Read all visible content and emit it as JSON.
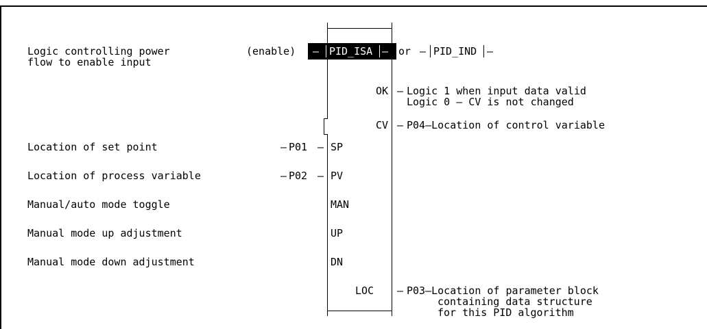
{
  "block": {
    "name_primary": "PID_ISA",
    "name_alt": "PID_IND",
    "or_text": "or",
    "enable_label": "(enable)"
  },
  "left": {
    "enable_desc_line1": "Logic controlling power",
    "enable_desc_line2": "flow to enable input",
    "sp_desc": "Location of set point",
    "pv_desc": "Location of process variable",
    "man_desc": "Manual/auto mode toggle",
    "up_desc": "Manual mode up adjustment",
    "dn_desc": "Manual mode down adjustment",
    "sp_param": "P01",
    "pv_param": "P02"
  },
  "pins": {
    "ok": "OK",
    "cv": "CV",
    "sp": "SP",
    "pv": "PV",
    "man": "MAN",
    "up": "UP",
    "dn": "DN",
    "loc": "LOC"
  },
  "right": {
    "ok_desc_line1": "Logic 1 when input data valid",
    "ok_desc_line2": "Logic 0 – CV is not changed",
    "cv_desc": "P04–Location of control variable",
    "loc_desc_line1": "P03–Location of parameter block",
    "loc_desc_line2": "containing data structure",
    "loc_desc_line3": "for this PID algorithm"
  }
}
